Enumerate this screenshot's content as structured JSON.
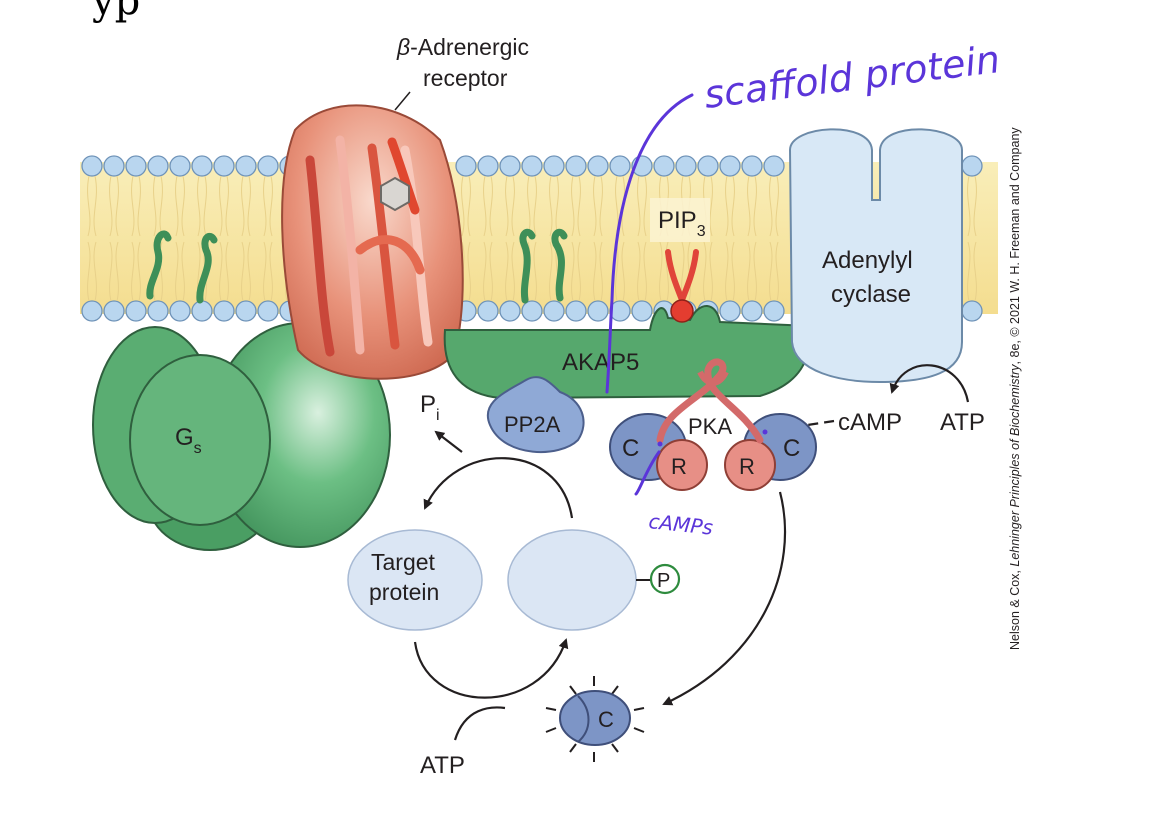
{
  "top_fragment": "yp",
  "labels": {
    "beta_receptor_line1_symbol": "β",
    "beta_receptor_line1_text": "-Adrenergic",
    "beta_receptor_line2": "receptor",
    "pip3_base": "PIP",
    "pip3_sub": "3",
    "adenylyl_line1": "Adenylyl",
    "adenylyl_line2": "cyclase",
    "akap5": "AKAP5",
    "gs_base": "G",
    "gs_sub": "s",
    "pi_base": "P",
    "pi_sub": "i",
    "pp2a": "PP2A",
    "pka": "PKA",
    "camp": "cAMP",
    "atp_right": "ATP",
    "subunit_c": "C",
    "subunit_r": "R",
    "target_line1": "Target",
    "target_line2": "protein",
    "phosphate": "P",
    "atp_bottom": "ATP",
    "free_c": "C"
  },
  "handwriting": {
    "scaffold": "scaffold protein",
    "camps": "cAMPs"
  },
  "credit": {
    "authors": "Nelson & Cox, ",
    "title": "Lehninger Principles of Biochemistry",
    "rest": ", 8e, © 2021 W. H. Freeman and Company"
  },
  "colors": {
    "membrane_yellow": "#f7e6a6",
    "lipid_head": "#b9d6ef",
    "green_protein": "#4a9e63",
    "receptor_red": "#e07a62",
    "adenylyl_blue": "#d8e8f6",
    "pka_c_blue": "#7d95c6",
    "pka_r_red": "#e78f86",
    "handwriting": "#5b35d9"
  }
}
